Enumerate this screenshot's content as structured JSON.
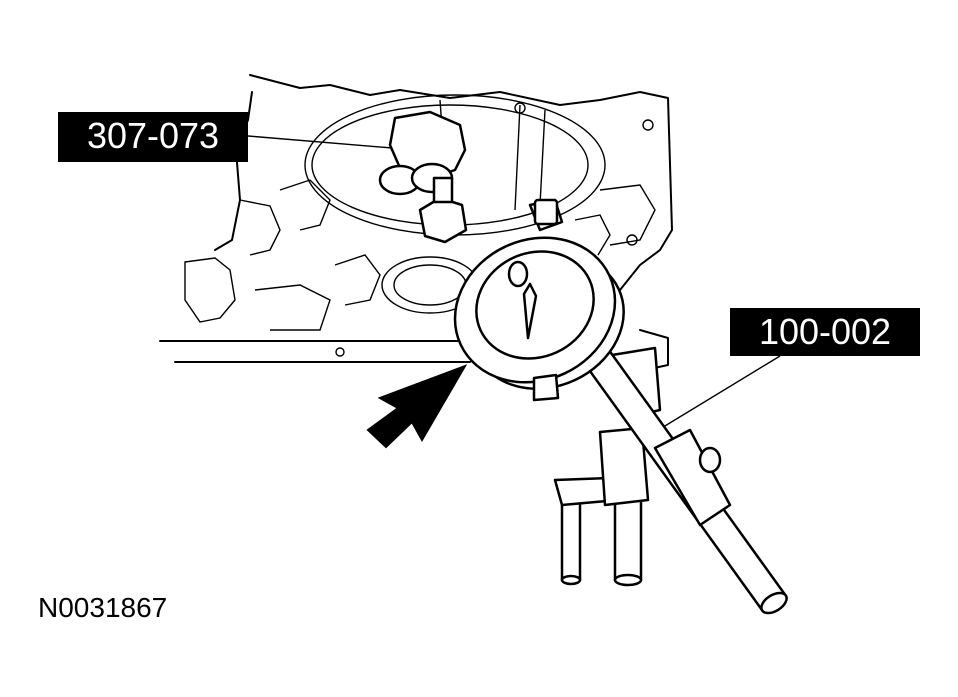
{
  "callouts": {
    "tool_a": "307-073",
    "tool_b": "100-002"
  },
  "figure_id": "N0031867"
}
